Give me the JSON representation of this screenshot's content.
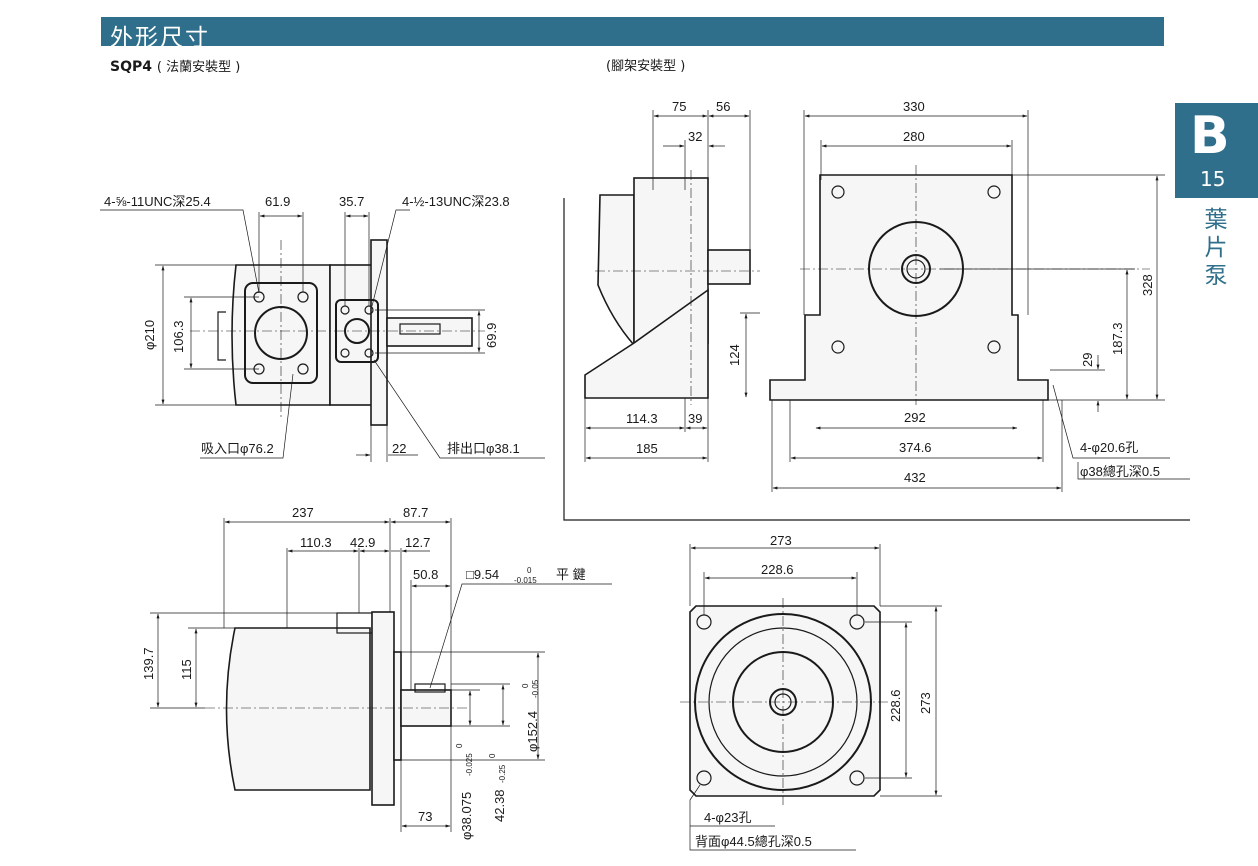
{
  "header": {
    "title": "外形尺寸"
  },
  "model": {
    "name": "SQP4",
    "mount": "( 法蘭安裝型 )"
  },
  "foot_mount": {
    "label": "(腳架安裝型 )"
  },
  "tab": {
    "letter": "B",
    "page": "15",
    "category": "葉片泵"
  },
  "front_view": {
    "note_thread_left": "4-⅝-11UNC深25.4",
    "note_thread_right": "4-½-13UNC深23.8",
    "dim_61_9": "61.9",
    "dim_35_7": "35.7",
    "dim_phi210": "φ210",
    "dim_106_3": "106.3",
    "dim_69_9": "69.9",
    "dim_22": "22",
    "inlet": "吸入口φ76.2",
    "outlet": "排出口φ38.1"
  },
  "foot_side": {
    "dim_75": "75",
    "dim_56": "56",
    "dim_32": "32",
    "dim_124": "124",
    "dim_114_3": "114.3",
    "dim_39": "39",
    "dim_185": "185"
  },
  "foot_front": {
    "dim_330": "330",
    "dim_280": "280",
    "dim_328": "328",
    "dim_187_3": "187.3",
    "dim_29": "29",
    "dim_292": "292",
    "dim_374_6": "374.6",
    "dim_432": "432",
    "holes": "4-φ20.6孔",
    "spotface": "φ38總孔深0.5"
  },
  "side_view": {
    "dim_237": "237",
    "dim_87_7": "87.7",
    "dim_110_3": "110.3",
    "dim_42_9": "42.9",
    "dim_12_7": "12.7",
    "dim_50_8": "50.8",
    "key": "□9.54",
    "key_tol_top": "0",
    "key_tol_bot": "-0.015",
    "key_label": "平  鍵",
    "dim_139_7": "139.7",
    "dim_115": "115",
    "dim_73": "73",
    "shaft_dia": "φ38.075",
    "shaft_tol_top": "0",
    "shaft_tol_bot": "-0.025",
    "key_height": "42.38",
    "key_height_tol_top": "0",
    "key_height_tol_bot": "-0.25",
    "pilot_dia": "φ152.4",
    "pilot_tol_top": "0",
    "pilot_tol_bot": "-0.05"
  },
  "flange_view": {
    "dim_273_top": "273",
    "dim_228_6_top": "228.6",
    "dim_228_6_side": "228.6",
    "dim_273_side": "273",
    "holes": "4-φ23孔",
    "spotface": "背面φ44.5總孔深0.5"
  }
}
